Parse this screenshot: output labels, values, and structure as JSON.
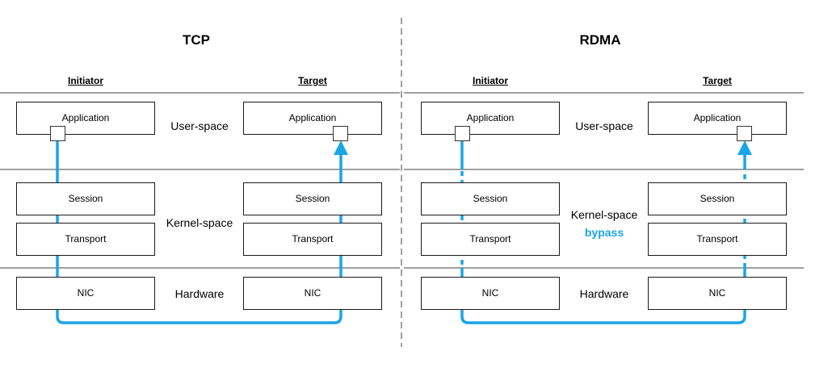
{
  "panels": {
    "tcp": {
      "title": "TCP",
      "initiator_label": "Initiator",
      "target_label": "Target",
      "user_space_label": "User-space",
      "kernel_space_label": "Kernel-space",
      "hardware_label": "Hardware",
      "initiator_boxes": {
        "application": "Application",
        "session": "Session",
        "transport": "Transport",
        "nic": "NIC"
      },
      "target_boxes": {
        "application": "Application",
        "session": "Session",
        "transport": "Transport",
        "nic": "NIC"
      }
    },
    "rdma": {
      "title": "RDMA",
      "initiator_label": "Initiator",
      "target_label": "Target",
      "user_space_label": "User-space",
      "kernel_space_label": "Kernel-space",
      "bypass_label": "bypass",
      "hardware_label": "Hardware",
      "initiator_boxes": {
        "application": "Application",
        "session": "Session",
        "transport": "Transport",
        "nic": "NIC"
      },
      "target_boxes": {
        "application": "Application",
        "session": "Session",
        "transport": "Transport",
        "nic": "NIC"
      }
    }
  },
  "colors": {
    "flow": "#19a5e6",
    "separator": "#808080",
    "box_border": "#1a1a1a"
  }
}
